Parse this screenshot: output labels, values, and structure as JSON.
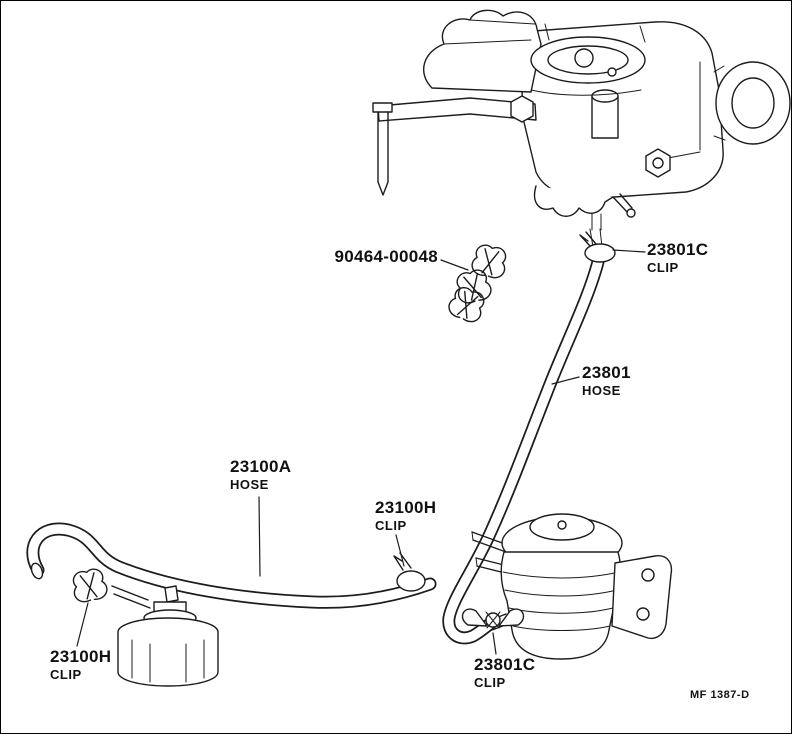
{
  "page": {
    "footer_code": "MF  1387-D"
  },
  "diagram": {
    "callouts": [
      {
        "part_number": "90464-00048",
        "sub_label": ""
      },
      {
        "part_number": "23801C",
        "sub_label": "CLIP"
      },
      {
        "part_number": "23801",
        "sub_label": "HOSE"
      },
      {
        "part_number": "23100A",
        "sub_label": "HOSE"
      },
      {
        "part_number": "23100H",
        "sub_label": "CLIP"
      },
      {
        "part_number": "23100H",
        "sub_label": "CLIP"
      },
      {
        "part_number": "23801C",
        "sub_label": "CLIP"
      }
    ]
  }
}
